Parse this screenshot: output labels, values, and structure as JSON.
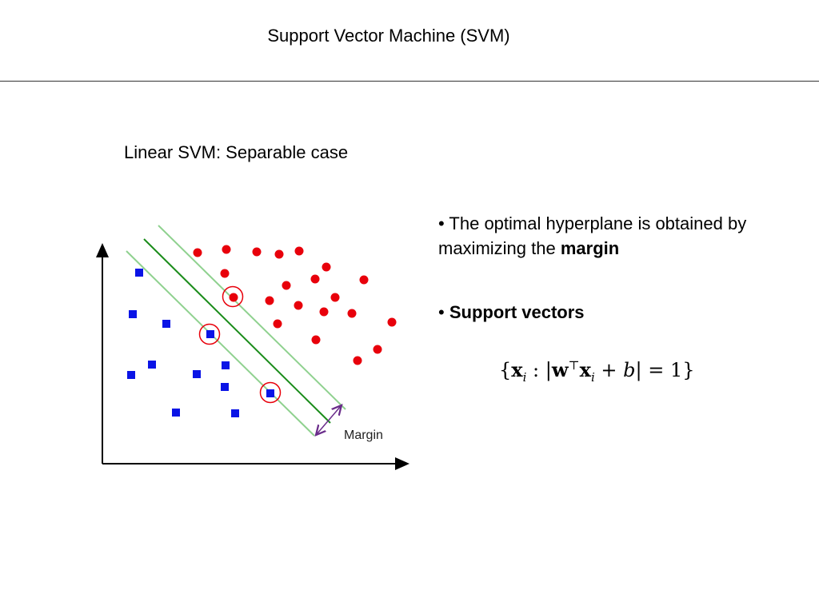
{
  "slide": {
    "title": "Support Vector Machine (SVM)",
    "subtitle": "Linear SVM: Separable case"
  },
  "diagram": {
    "margin_label": "Margin",
    "colors": {
      "positive_points": "#e8000b",
      "negative_points": "#0a14e6",
      "hyperplane": "#1a8c1a",
      "margin_lines": "#8fd18f",
      "support_vector_circle": "#e8000b",
      "margin_arrow": "#6a2c8a",
      "axes": "#000000"
    },
    "shapes": {
      "positive_points": "circle",
      "negative_points": "square",
      "support_vectors": "circled"
    }
  },
  "bullets": [
    {
      "text": "• The optimal hyperplane is obtained by maximizing the ",
      "bold": "margin"
    },
    {
      "text": "• ",
      "bold": "Support vectors"
    }
  ],
  "formula": {
    "open": "{",
    "x": "x",
    "i": "i",
    "colon": " : |",
    "w": "w",
    "transpose": "⊤",
    "plus_b": " + b",
    "rest": "| = 1",
    "close": "}"
  }
}
